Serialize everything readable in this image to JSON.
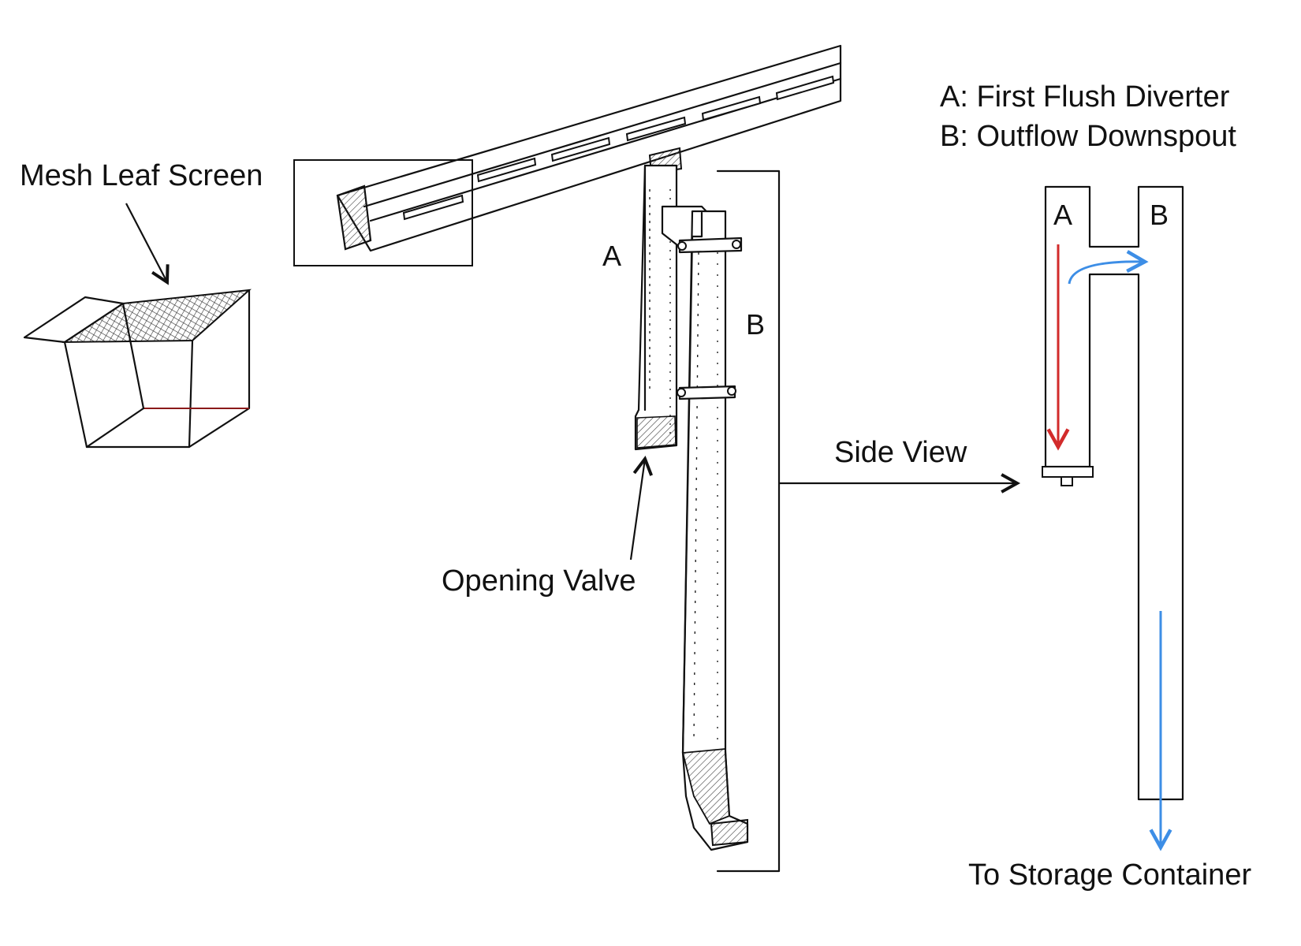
{
  "legend": {
    "a": "A: First Flush Diverter",
    "b": "B: Outflow Downspout"
  },
  "labels": {
    "mesh_leaf_screen": "Mesh Leaf Screen",
    "opening_valve": "Opening Valve",
    "side_view": "Side View",
    "to_storage": "To Storage Container",
    "pipe_a": "A",
    "pipe_b": "B",
    "side_a": "A",
    "side_b": "B"
  },
  "colors": {
    "line": "#111111",
    "first_flush_flow": "#d22b2b",
    "outflow_flow": "#3d8ee6",
    "mesh": "#333333"
  }
}
